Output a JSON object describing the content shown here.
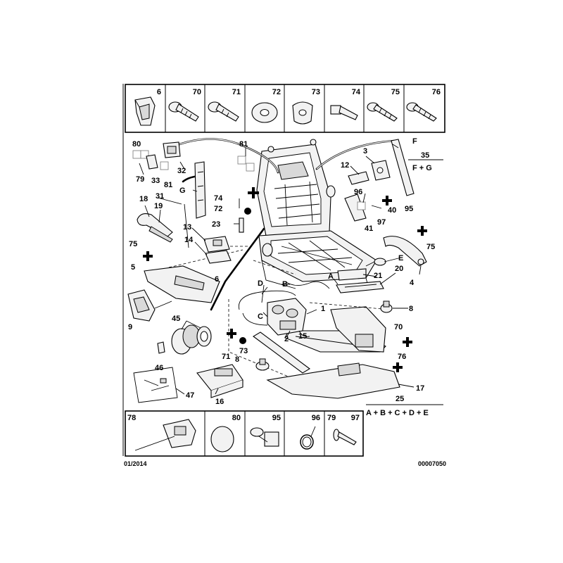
{
  "top_strip": {
    "cells": [
      "6",
      "70",
      "71",
      "72",
      "73",
      "74",
      "75",
      "76"
    ]
  },
  "bottom_strip": {
    "cells": [
      "78",
      "80",
      "95",
      "96",
      "79",
      "97"
    ]
  },
  "callouts": {
    "c80": "80",
    "c79": "79",
    "c33": "33",
    "c81a": "81",
    "c32": "32",
    "c81b": "81",
    "c3": "3",
    "cF": "F",
    "c35": "35",
    "cFG": "F + G",
    "c12": "12",
    "c96": "96",
    "c40": "40",
    "c95": "95",
    "c41": "41",
    "c97": "97",
    "cG": "G",
    "c74": "74",
    "c72": "72",
    "c18": "18",
    "c31": "31",
    "c19": "19",
    "c23": "23",
    "c13": "13",
    "c14": "14",
    "c75a": "75",
    "c75b": "75",
    "c5": "5",
    "cE": "E",
    "c21": "21",
    "c20": "20",
    "c4": "4",
    "c6b": "6",
    "cD": "D",
    "cB": "B",
    "cA": "A",
    "c9": "9",
    "c45": "45",
    "cC": "C",
    "c1": "1",
    "c8a": "8",
    "c2": "2",
    "c15": "15",
    "c70b": "70",
    "c71b": "71",
    "c73b": "73",
    "c76b": "76",
    "c8b": "8",
    "c46": "46",
    "c16": "16",
    "c47": "47",
    "c17": "17",
    "c25": "25",
    "cABCDE": "A + B + C + D + E"
  },
  "footer": {
    "date": "01/2014",
    "ref": "00007050"
  }
}
